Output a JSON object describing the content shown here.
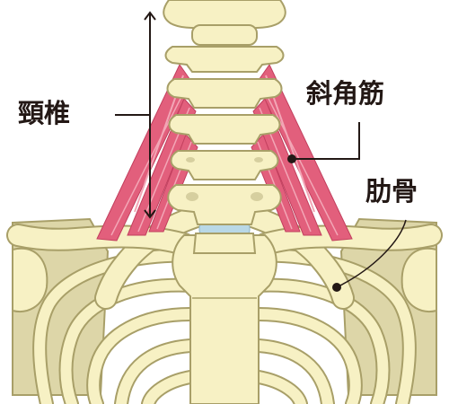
{
  "labels": {
    "cervical_spine": "頸椎",
    "scalene_muscles": "斜角筋",
    "ribs": "肋骨"
  },
  "colors": {
    "bone_fill": "#f7f1c4",
    "bone_outline": "#a89f68",
    "bone_shadow": "#d6cf9f",
    "disc": "#b9d8e6",
    "muscle_fill": "#e25f7c",
    "muscle_stripe": "#f3a6b6",
    "leader_line": "#231815",
    "label_text": "#231815"
  }
}
